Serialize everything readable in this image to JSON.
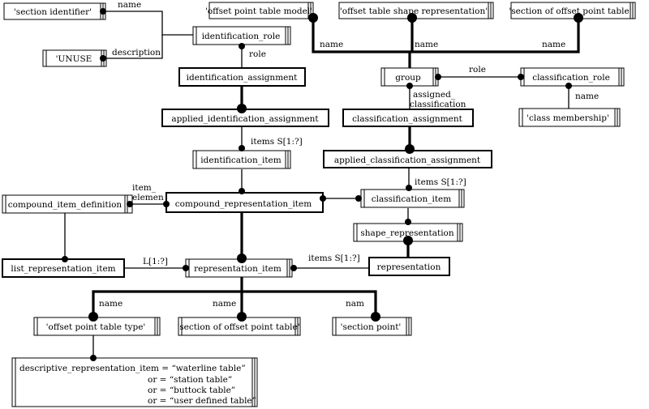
{
  "boxes": {
    "section_identifier": "'section identifier'",
    "offset_point_table_model": "'offset point table model'",
    "offset_table_shape_representation": "'offset table shape representation'",
    "section_of_offset_point_table_top": "'section of offset point table'",
    "identification_role": "identification_role",
    "unuse": "'UNUSE",
    "identification_assignment": "identification_assignment",
    "group": "group",
    "classification_role": "classification_role",
    "applied_identification_assignment": "applied_identification_assignment",
    "classification_assignment": "classification_assignment",
    "class_membership": "'class membership'",
    "identification_item": "identification_item",
    "applied_classification_assignment": "applied_classification_assignment",
    "compound_item_definition": "compound_item_definition",
    "compound_representation_item": "compound_representation_item",
    "classification_item": "classification_item",
    "shape_representation": "shape_representation",
    "list_representation_item": "list_representation_item",
    "representation_item": "representation_item",
    "representation": "representation",
    "offset_point_table_type": "'offset point table type'",
    "section_of_offset_point_table_bottom": "'section of offset point table'",
    "section_point": "'section point'",
    "desc_line1": "descriptive_representation_item = “waterline table”",
    "desc_line2": "or = “station table”",
    "desc_line3": "or = “buttock table”",
    "desc_line4": "or = “user defined table”"
  },
  "labels": {
    "name_section_identifier": "name",
    "description": "description",
    "role_identification": "role",
    "name_model": "name",
    "name_shape_rep": "name",
    "name_section_top": "name",
    "role_classification": "role",
    "assigned_1": "assigned_",
    "assigned_2": "classification",
    "name_class_membership": "name",
    "items_identification": "items S[1:?]",
    "items_classification": "items S[1:?]",
    "item_element_1": "item_",
    "item_element_2": "elemen",
    "list_bound": "L[1:?]",
    "items_representation": "items S[1:?]",
    "name_type": "name",
    "name_section_bottom": "name",
    "name_section_point": "nam"
  }
}
